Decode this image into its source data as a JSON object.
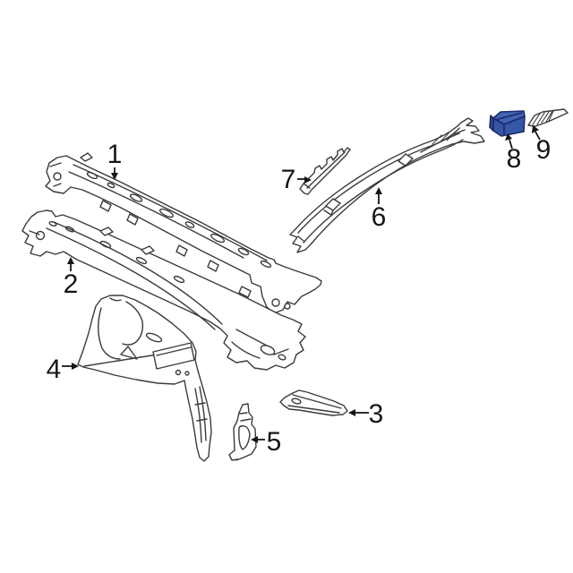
{
  "canvas": {
    "background": "#ffffff",
    "line_color": "#3b3b3b",
    "label_color": "#161616"
  },
  "diagram": {
    "type": "exploded-parts-line-drawing",
    "subject": "cowl panel / windshield frame assembly",
    "callouts": [
      {
        "label": "1"
      },
      {
        "label": "2"
      },
      {
        "label": "3"
      },
      {
        "label": "4"
      },
      {
        "label": "5"
      },
      {
        "label": "6"
      },
      {
        "label": "7"
      },
      {
        "label": "8"
      },
      {
        "label": "9"
      }
    ],
    "highlighted_part": {
      "callout": "8",
      "fill_top": "#4063b3",
      "fill_front": "#3557a5",
      "fill_flap": "#2c4a94",
      "stroke": "#1b2a6a"
    }
  }
}
